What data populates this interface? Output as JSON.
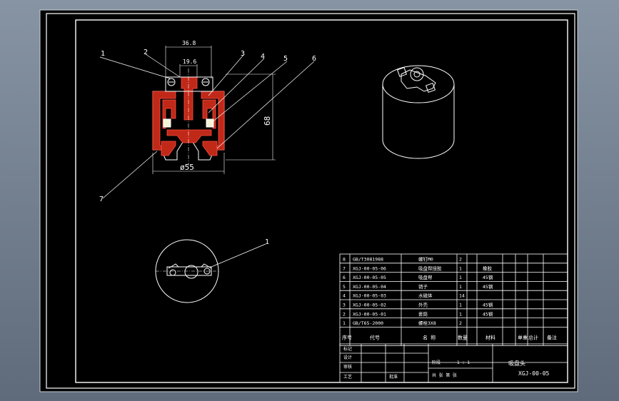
{
  "colors": {
    "background": "#000000",
    "line": "#ffffff",
    "red": "#d83020",
    "accent": "#9aa6b6"
  },
  "dimensions": {
    "width_top": "36.8",
    "width_inner": "19.6",
    "height": "68",
    "diameter": "ø55"
  },
  "callouts": [
    "1",
    "2",
    "3",
    "4",
    "5",
    "6",
    "7"
  ],
  "bottom_view_callout": "1",
  "bom": {
    "rows": [
      {
        "no": "8",
        "code": "GB/T3081988",
        "name": "螺钉M0",
        "qty": "2",
        "material": ""
      },
      {
        "no": "7",
        "code": "XGJ-00-05-06",
        "name": "吸盘帮接胶",
        "qty": "1",
        "material": "橡胶"
      },
      {
        "no": "6",
        "code": "XGJ-00-05-05",
        "name": "吸盘帮",
        "qty": "1",
        "material": "45钢"
      },
      {
        "no": "5",
        "code": "XGJ-00-05-04",
        "name": "销子",
        "qty": "1",
        "material": "45钢"
      },
      {
        "no": "4",
        "code": "XGJ-00-05-03",
        "name": "水磁体",
        "qty": "14",
        "material": ""
      },
      {
        "no": "3",
        "code": "XGJ-00-05-02",
        "name": "外壳",
        "qty": "1",
        "material": "45钢"
      },
      {
        "no": "2",
        "code": "XGJ-00-05-01",
        "name": "套筒",
        "qty": "1",
        "material": "45钢"
      },
      {
        "no": "1",
        "code": "GB/T65-2000",
        "name": "螺栓3X8",
        "qty": "2",
        "material": ""
      }
    ],
    "header": {
      "no": "序号",
      "code": "代号",
      "name": "名 称",
      "qty": "数量",
      "material": "材料",
      "unit_weight": "单重",
      "total_weight": "总计",
      "remark": "备注"
    }
  },
  "title_block": {
    "label_a": "标记",
    "label_b": "设计",
    "label_c": "审核",
    "label_d": "工艺",
    "label_e": "批准",
    "stage": "阶段",
    "scale": "1 : 1",
    "part_name": "吸盘头",
    "drawing_no": "XGJ-00-05",
    "sheet_info": "共 张  第 张"
  }
}
